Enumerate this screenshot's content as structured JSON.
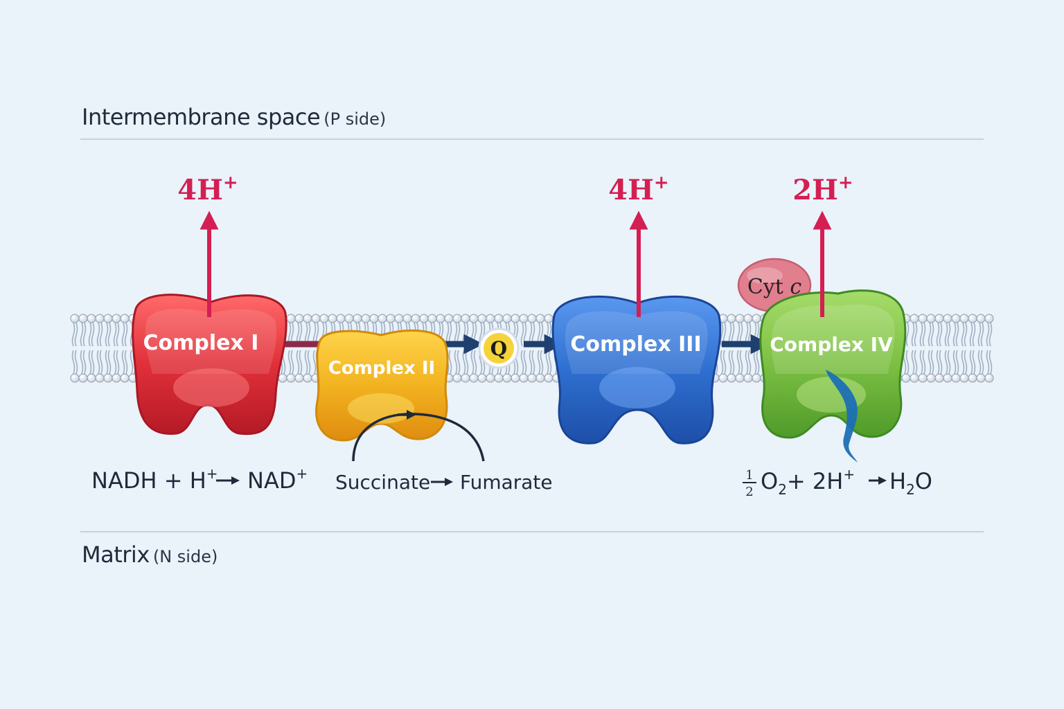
{
  "regions": {
    "top": {
      "name": "Intermembrane space",
      "side": "(P side)"
    },
    "bottom": {
      "name": "Matrix",
      "side": "(N side)"
    }
  },
  "complexes": [
    {
      "id": "c1",
      "label": "Complex I",
      "color": "#e0303a"
    },
    {
      "id": "c2",
      "label": "Complex II",
      "color": "#f2b320"
    },
    {
      "id": "c3",
      "label": "Complex III",
      "color": "#2f6fd0"
    },
    {
      "id": "c4",
      "label": "Complex IV",
      "color": "#7cc043"
    }
  ],
  "carriers": {
    "q": "Q",
    "cytc": {
      "text": "Cyt",
      "italic": "c"
    }
  },
  "protons": [
    {
      "count": "4H",
      "sup": "+",
      "from": "c1"
    },
    {
      "count": "4H",
      "sup": "+",
      "from": "c3"
    },
    {
      "count": "2H",
      "sup": "+",
      "from": "c4"
    }
  ],
  "reactions": {
    "c1": {
      "lhs": "NADH + H",
      "sup": "+",
      "rhs": "NAD",
      "rhs_sup": "+"
    },
    "c2": {
      "lhs": "Succinate",
      "rhs": "Fumarate"
    },
    "c4": {
      "frac_num": "1",
      "frac_den": "2",
      "o": "O",
      "o_sub": "2",
      "plus": "+ 2H",
      "plus_sup": "+",
      "prod": "H",
      "prod_sub": "2",
      "prod_end": "O"
    }
  },
  "colors": {
    "proton": "#d31f52",
    "flow": "#1f3f6e",
    "membrane_head": "#ffffff",
    "membrane_tail": "#9fb0c2",
    "cytc": "#e17f8e",
    "q": "#f5d33a"
  }
}
